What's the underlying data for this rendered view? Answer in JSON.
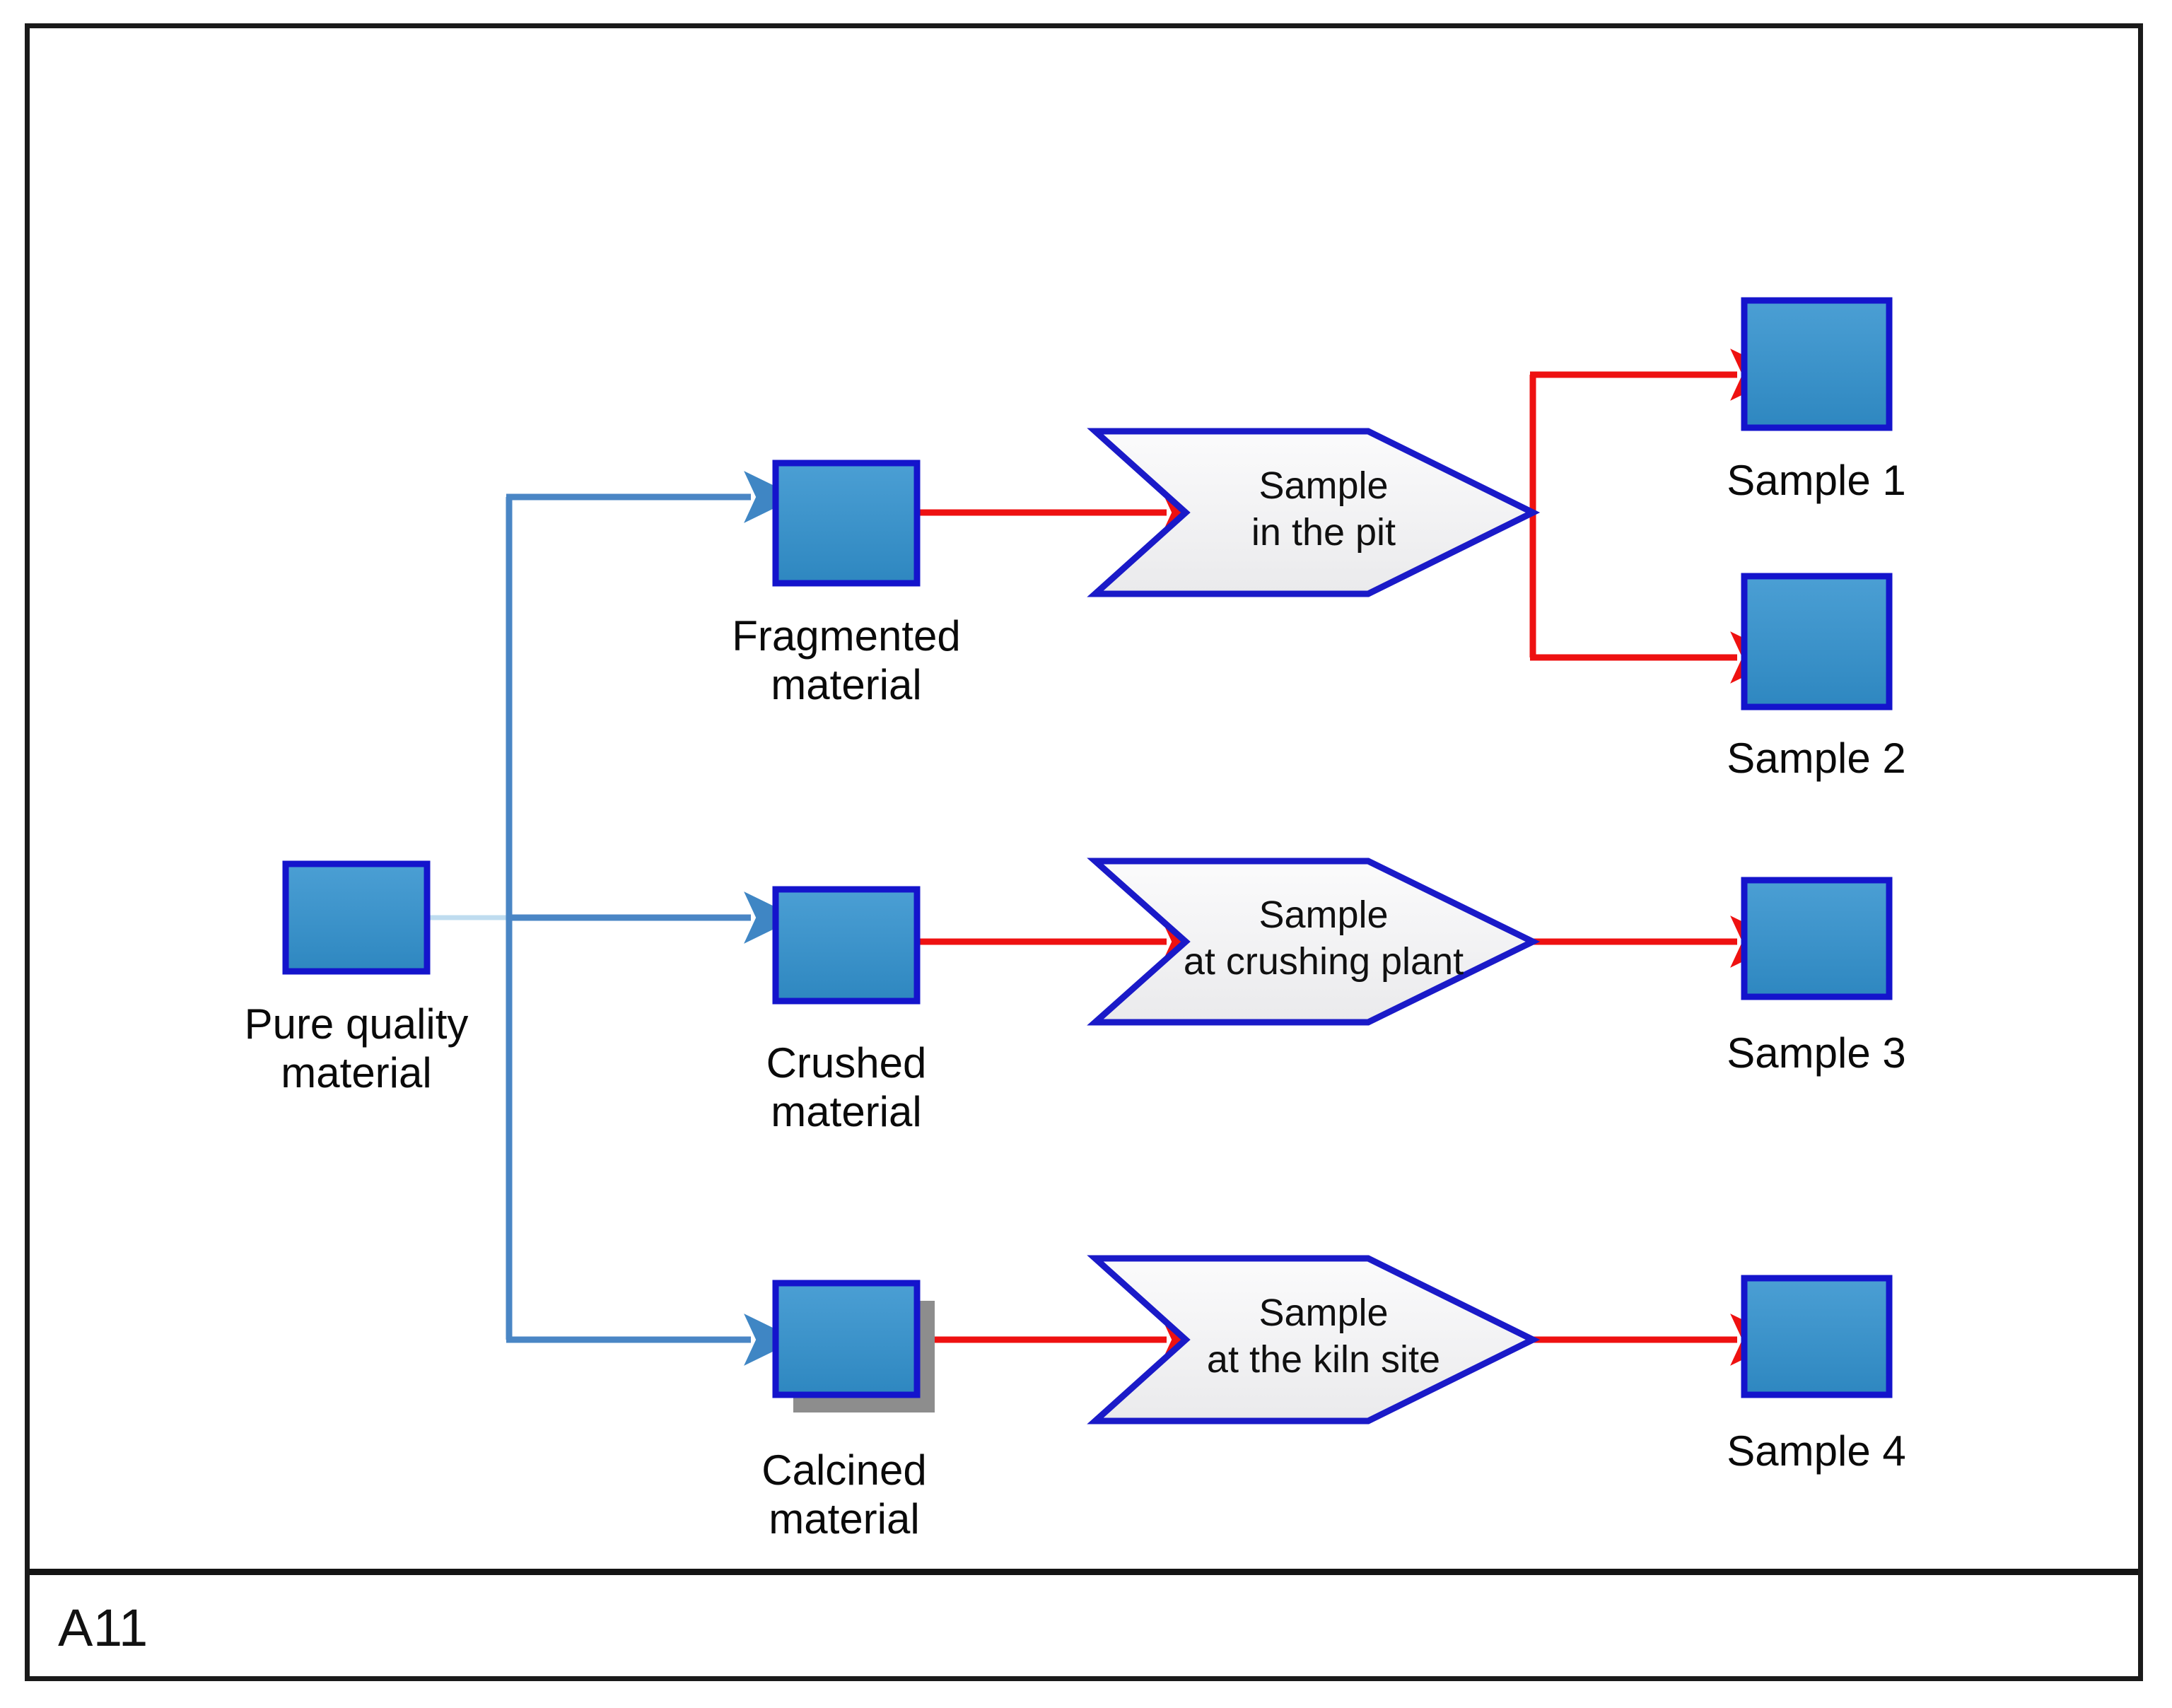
{
  "frame": {
    "footer_label": "A11"
  },
  "colors": {
    "box_fill_top": "#4b9fd4",
    "box_fill_bottom": "#2e87c0",
    "box_border": "#1414cc",
    "chevron_fill": "#f4f4f5",
    "chevron_border": "#1a1ac8",
    "red_arrow": "#ee1111",
    "blue_connector": "#4a86c5",
    "shadow": "#8d8d8d",
    "frame_border": "#1a1a1a",
    "text": "#0a0a0a"
  },
  "diagram": {
    "type": "flowchart",
    "title": "",
    "source_node": {
      "id": "pure-quality-material",
      "label_line1": "Pure quality",
      "label_line2": "material"
    },
    "stage_nodes": [
      {
        "id": "fragmented-material",
        "label_line1": "Fragmented",
        "label_line2": "material",
        "has_shadow": false
      },
      {
        "id": "crushed-material",
        "label_line1": "Crushed",
        "label_line2": "material",
        "has_shadow": false
      },
      {
        "id": "calcined-material",
        "label_line1": "Calcined",
        "label_line2": "material",
        "has_shadow": true
      }
    ],
    "process_chevrons": [
      {
        "id": "sample-in-the-pit",
        "label_line1": "Sample",
        "label_line2": "in the pit"
      },
      {
        "id": "sample-at-crushing-plant",
        "label_line1": "Sample",
        "label_line2": "at crushing plant"
      },
      {
        "id": "sample-at-the-kiln-site",
        "label_line1": "Sample",
        "label_line2": "at the kiln site"
      }
    ],
    "sample_nodes": [
      {
        "id": "sample-1",
        "label": "Sample 1"
      },
      {
        "id": "sample-2",
        "label": "Sample 2"
      },
      {
        "id": "sample-3",
        "label": "Sample 3"
      },
      {
        "id": "sample-4",
        "label": "Sample 4"
      }
    ],
    "connections": [
      {
        "from": "pure-quality-material",
        "to": "fragmented-material",
        "style": "blue"
      },
      {
        "from": "pure-quality-material",
        "to": "crushed-material",
        "style": "blue"
      },
      {
        "from": "pure-quality-material",
        "to": "calcined-material",
        "style": "blue"
      },
      {
        "from": "fragmented-material",
        "to": "sample-in-the-pit",
        "style": "red"
      },
      {
        "from": "crushed-material",
        "to": "sample-at-crushing-plant",
        "style": "red"
      },
      {
        "from": "calcined-material",
        "to": "sample-at-the-kiln-site",
        "style": "red"
      },
      {
        "from": "sample-in-the-pit",
        "to": "sample-1",
        "style": "red"
      },
      {
        "from": "sample-in-the-pit",
        "to": "sample-2",
        "style": "red"
      },
      {
        "from": "sample-at-crushing-plant",
        "to": "sample-3",
        "style": "red"
      },
      {
        "from": "sample-at-the-kiln-site",
        "to": "sample-4",
        "style": "red"
      }
    ]
  }
}
